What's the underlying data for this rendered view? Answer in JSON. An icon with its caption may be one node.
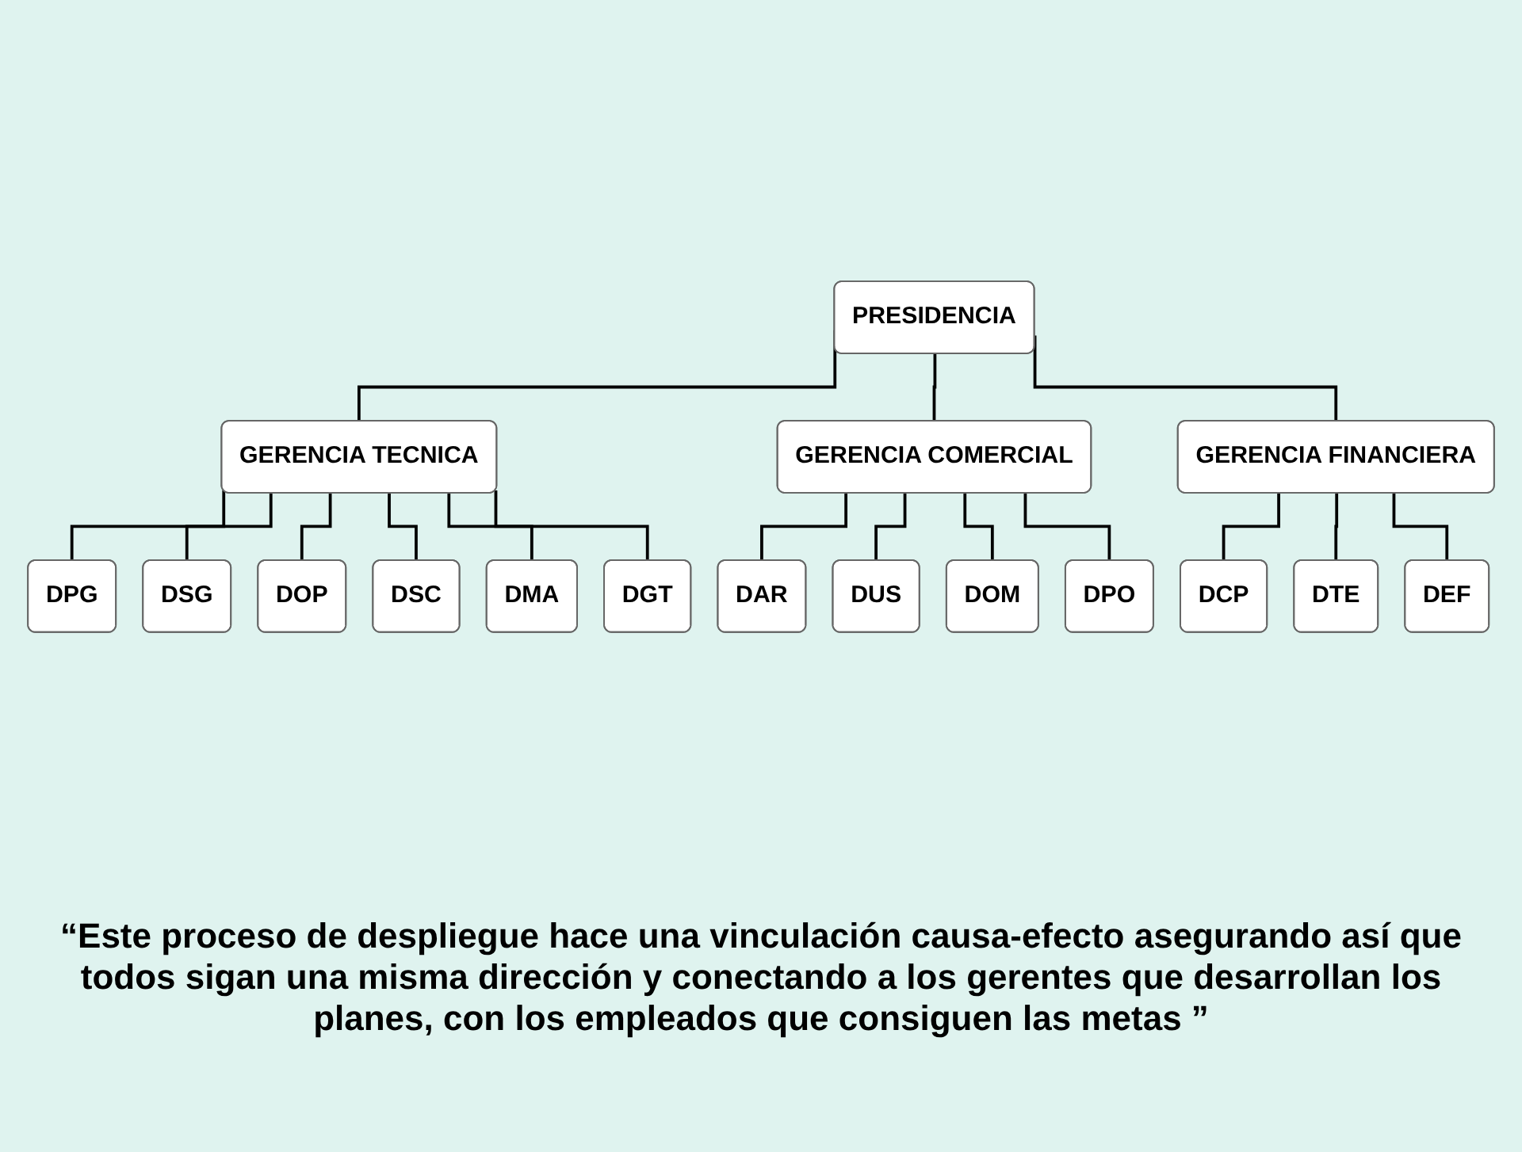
{
  "diagram": {
    "nodes": [
      {
        "text": [
          "PRESIDENCIA"
        ]
      },
      {
        "text": [
          "GERENCIA TECNICA"
        ]
      },
      {
        "text": [
          "GERENCIA COMERCIAL"
        ]
      },
      {
        "text": [
          "GERENCIA FINANCIERA"
        ]
      },
      {
        "text": [
          "DPG"
        ]
      },
      {
        "text": [
          "DSG"
        ]
      },
      {
        "text": [
          "DOP"
        ]
      },
      {
        "text": [
          "DSC"
        ]
      },
      {
        "text": [
          "DMA"
        ]
      },
      {
        "text": [
          "DGT"
        ]
      },
      {
        "text": [
          "DAR"
        ]
      },
      {
        "text": [
          "DUS"
        ]
      },
      {
        "text": [
          "DOM"
        ]
      },
      {
        "text": [
          "DPO"
        ]
      },
      {
        "text": [
          "DCP"
        ]
      },
      {
        "text": [
          "DTE"
        ]
      },
      {
        "text": [
          "DEF"
        ]
      }
    ],
    "edges": [
      {
        "from": 0,
        "to": 1,
        "arrow": "none"
      },
      {
        "from": 0,
        "to": 2,
        "arrow": "none"
      },
      {
        "from": 0,
        "to": 3,
        "arrow": "none"
      },
      {
        "from": 1,
        "to": 4,
        "arrow": "none"
      },
      {
        "from": 1,
        "to": 5,
        "arrow": "none"
      },
      {
        "from": 1,
        "to": 6,
        "arrow": "none"
      },
      {
        "from": 1,
        "to": 7,
        "arrow": "none"
      },
      {
        "from": 1,
        "to": 8,
        "arrow": "none"
      },
      {
        "from": 1,
        "to": 9,
        "arrow": "none"
      },
      {
        "from": 2,
        "to": 10,
        "arrow": "none"
      },
      {
        "from": 2,
        "to": 11,
        "arrow": "none"
      },
      {
        "from": 2,
        "to": 12,
        "arrow": "none"
      },
      {
        "from": 2,
        "to": 13,
        "arrow": "none"
      },
      {
        "from": 3,
        "to": 14,
        "arrow": "none"
      },
      {
        "from": 3,
        "to": 15,
        "arrow": "none"
      },
      {
        "from": 3,
        "to": 16,
        "arrow": "none"
      }
    ],
    "caption": "“Este proceso de despliegue hace una vinculación causa-efecto asegurando así que todos sigan una misma dirección y conectando a los gerentes que desarrollan los planes, con los empleados que consiguen las metas ”"
  }
}
